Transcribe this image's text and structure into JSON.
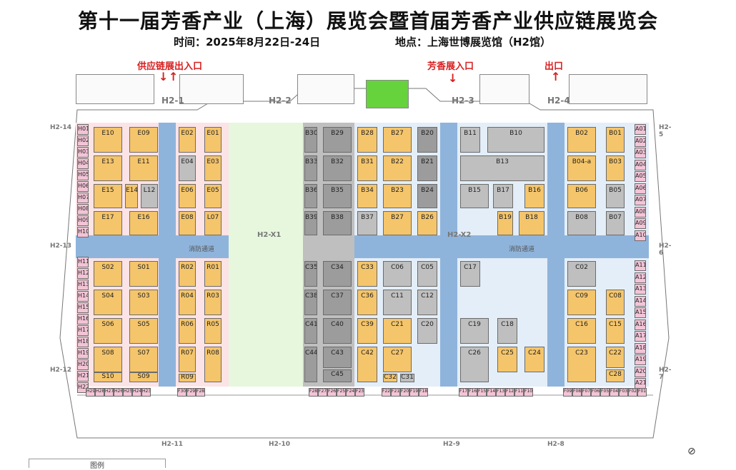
{
  "header": {
    "title": "第十一届芳香产业（上海）展览会暨首届芳香产业供应链展览会",
    "time": "时间：2025年8月22日-24日",
    "place": "地点：上海世博展览馆（H2馆）"
  },
  "entrances": {
    "supply_chain": "供应链展出入口",
    "aroma": "芳香展入口",
    "exit": "出口"
  },
  "gates": {
    "g1": "H2-1",
    "g2": "H2-2",
    "g3": "H2-3",
    "g4": "H2-4",
    "g5": "H2-5",
    "g6": "H2-6",
    "g7": "H2-7",
    "g8": "H2-8",
    "g9": "H2-9",
    "g10": "H2-10",
    "g11": "H2-11",
    "g12": "H2-12",
    "g13": "H2-13",
    "g14": "H2-14",
    "x1": "H2-X1",
    "x2": "H2-X2"
  },
  "aisles": {
    "fire_lane": "消防通道"
  },
  "legend": {
    "title": "图例"
  },
  "colors": {
    "pink_zone": "#fbe3e6",
    "green_zone": "#e6f7dd",
    "blue_aisle": "#8fb4dc",
    "light_blue_zone": "#e3eef8",
    "yellow_booth": "#f5c56b",
    "gray_booth": "#9c9c9c",
    "green_room": "#66d23c"
  },
  "booths": {
    "E10": "E10",
    "E09": "E09",
    "E13": "E13",
    "E11": "E11",
    "E15": "E15",
    "E14": "E14",
    "L12": "L12",
    "E17": "E17",
    "E16": "E16",
    "E02": "E02",
    "E01": "E01",
    "E04": "E04",
    "E03": "E03",
    "E06": "E06",
    "E05": "E05",
    "E08": "E08",
    "L07": "L07",
    "S02": "S02",
    "S01": "S01",
    "S04": "S04",
    "S03": "S03",
    "S06": "S06",
    "S05": "S05",
    "S08": "S08",
    "S07": "S07",
    "S10": "S10",
    "S09": "S09",
    "R02": "R02",
    "R01": "R01",
    "R04": "R04",
    "R03": "R03",
    "R06": "R06",
    "R05": "R05",
    "R07": "R07",
    "R08": "R08",
    "R09": "R09",
    "B30": "B30",
    "B29": "B29",
    "B28": "B28",
    "B27": "B27",
    "B20": "B20",
    "B33": "B33",
    "B32": "B32",
    "B31": "B31",
    "B22": "B22",
    "B21": "B21",
    "B36": "B36",
    "B35": "B35",
    "B34": "B34",
    "B23": "B23",
    "B24": "B24",
    "B39": "B39",
    "B38": "B38",
    "B37": "B37",
    "B26": "B26",
    "B11": "B11",
    "B10": "B10",
    "B02": "B02",
    "B01": "B01",
    "B13": "B13",
    "B04": "B04-a",
    "B03": "B03",
    "B15": "B15",
    "B17": "B17",
    "B16": "B16",
    "B06": "B06",
    "B05": "B05",
    "B19": "B19",
    "B18": "B18",
    "B08": "B08",
    "B07": "B07",
    "C35": "C35",
    "C34": "C34",
    "C33": "C33",
    "C06": "C06",
    "C05": "C05",
    "C38": "C38",
    "C37": "C37",
    "C36": "C36",
    "C11": "C11",
    "C12": "C12",
    "C41": "C41",
    "C40": "C40",
    "C39": "C39",
    "C21": "C21",
    "C20": "C20",
    "C44": "C44",
    "C43": "C43",
    "C42": "C42",
    "C27": "C27",
    "C45": "C45",
    "C32": "C32",
    "C31": "C31",
    "C17": "C17",
    "C19": "C19",
    "C18": "C18",
    "C26": "C26",
    "C25": "C25",
    "C24": "C24",
    "C02": "C02",
    "C09": "C09",
    "C08": "C08",
    "C16": "C16",
    "C15": "C15",
    "C23": "C23",
    "C22": "C22",
    "C28": "C28",
    "A01": "A01",
    "A02": "A02",
    "A03": "A03",
    "A04": "A04",
    "A05": "A05",
    "A06": "A06",
    "A07": "A07",
    "A08": "A08",
    "A09": "A09",
    "A10": "A10",
    "A11": "A11",
    "A12": "A12",
    "A13": "A13",
    "A14": "A14",
    "A15": "A15",
    "A16": "A16",
    "A17": "A17",
    "A18": "A18",
    "A19": "A19",
    "A20": "A20",
    "A21": "A21",
    "H01": "H01",
    "H02": "H02",
    "H03": "H03",
    "H04": "H04",
    "H05": "H05",
    "H06": "H06",
    "H07": "H07",
    "H08": "H08",
    "H09": "H09",
    "H10": "H10",
    "H11": "H11",
    "H12": "H12",
    "H13": "H13",
    "H14": "H14",
    "H15": "H15",
    "H16": "H16",
    "H17": "H17",
    "H18": "H18",
    "H19": "H19",
    "H20": "H20",
    "H21": "H21",
    "H22": "H22"
  },
  "bottom_row": {
    "left": [
      "H29",
      "H28",
      "H27",
      "H26",
      "H25",
      "H24",
      "H23"
    ],
    "mid1": [
      "F30",
      "F29",
      "F28"
    ],
    "mid2": [
      "F28",
      "F27",
      "F26",
      "F25",
      "F24",
      "F23"
    ],
    "mid3": [
      "F22",
      "F21",
      "F20",
      "F19",
      "F18"
    ],
    "mid4": [
      "F17",
      "F16",
      "F15",
      "F14",
      "F13",
      "F12",
      "F11",
      "F10"
    ],
    "right": [
      "F09",
      "F08",
      "F07",
      "F06",
      "F05",
      "F04",
      "F03",
      "F02",
      "F01"
    ]
  }
}
